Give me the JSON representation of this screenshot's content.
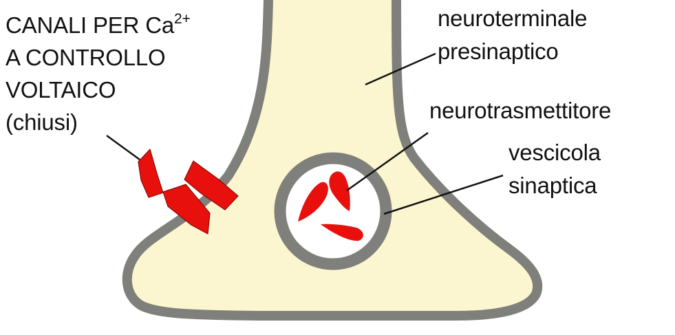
{
  "labels": {
    "channels": {
      "line1": "CANALI PER Ca",
      "line1_sup": "2+",
      "line2": "A CONTROLLO",
      "line3": "VOLTAICO",
      "line4": "(chiusi)"
    },
    "terminal": {
      "line1": "neuroterminale",
      "line2": "presinaptico"
    },
    "neurotransmitter": "neurotrasmettitore",
    "vesicle": {
      "line1": "vescicola",
      "line2": "sinaptica"
    }
  },
  "colors": {
    "terminal_fill": "#fbf6cf",
    "membrane": "#7f7f7b",
    "channel": "#e8100c",
    "neurotransmitter": "#e8100c",
    "vesicle_inner": "#ffffff",
    "leader_line": "#111111",
    "text": "#111111"
  }
}
